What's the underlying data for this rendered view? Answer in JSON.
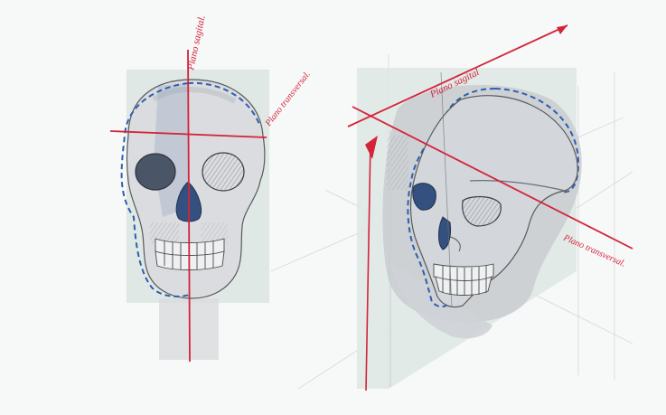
{
  "labels": {
    "front_sagittal": "Plano sagital.",
    "front_transversal": "Plano transversal.",
    "side_sagittal": "Plano sagital",
    "side_transversal": "Plano transversal."
  },
  "colors": {
    "paper": "#f7f8f8",
    "plane_tint": "#dfe8e4",
    "red_line": "#d4233a",
    "blue_dash": "#2d5fb0",
    "pencil": "#5a5a5a",
    "eye_shade": "#4a5568",
    "nose_blue": "#34507e"
  }
}
